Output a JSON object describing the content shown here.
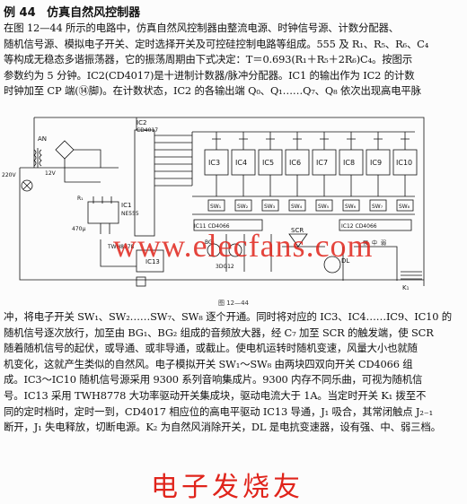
{
  "header": {
    "example_no": "例 44",
    "title": "仿真自然风控制器"
  },
  "intro_lines": [
    "在图 12—44 所示的电路中，仿真自然风控制器由整流电源、时钟信号源、计数分配器、",
    "随机信号源、模拟电子开关、定时选择开关及可控硅控制电路等组成。555 及 R₁、R₅、R₆、C₄",
    "等构成无稳态多谐振荡器，它的振荡周期由下式决定：T＝0.693(R₁＋R₅＋2R₆)C₄。按图示",
    "参数约为 5 分钟。IC2(CD4017)是十进制计数器/脉冲分配器。IC1 的输出作为 IC2 的计数",
    "时钟加至 CP 端(⑭脚)。在计数状态，IC2 的各输出端 Q₀、Q₁……Q₇、Q₈ 依次出现高电平脉"
  ],
  "figure": {
    "caption": "图 12—44",
    "watermark": "www.elecfans.com",
    "labels": {
      "ic2": "IC2",
      "ic2_part": "CD4017",
      "ic1": "IC1",
      "ic1_part": "NE555",
      "ic11": "IC11 CD4066",
      "ic12": "IC12 CD4066",
      "ic13": "IC13",
      "twh": "TWH8778",
      "scr": "SCR",
      "an": "AN",
      "v220": "220V",
      "v12": "12V",
      "k1": "K₁",
      "dl": "DL",
      "ic_cells": [
        "IC3",
        "IC4",
        "IC5",
        "IC6",
        "IC7",
        "IC8",
        "IC9",
        "IC10"
      ],
      "sw_cells": [
        "SW₁",
        "SW₂",
        "SW₃",
        "SW₄",
        "SW₅",
        "SW₆",
        "SW₇",
        "SW₈"
      ],
      "ref_left": "R₁",
      "cap_left": "470μ",
      "bg": "3DG12",
      "mic": "BG₁",
      "mode_marks": [
        "强",
        "中",
        "弱"
      ]
    }
  },
  "body_lines": [
    "冲，将电子开关 SW₁、SW₂……SW₇、SW₈ 逐个开通。同时将对应的 IC3、IC4……IC9、IC10 的",
    "随机信号逐次放行，加至由 BG₁、BG₂ 组成的音频放大器，经 C₇ 加至 SCR 的触发端，使 SCR",
    "随着随机信号的起伏，或导通、或非导通，或截止。使电机运转时随机变速，风量大小也就随",
    "机变化，这就产生类似的自然风。电子模拟开关 SW₁～SW₈ 由两块四双向开关 CD4066 组",
    "成。IC3～IC10 随机信号源采用 9300 系列音响集成片。9300 内存不同乐曲，可视为随机信",
    "号。IC13 采用 TWH8778 大功率驱动开关集成块，驱动电流大于 1A。当定时开关 K₁ 拨至不",
    "同的定时档时，定时一到，CD4017 相应位的高电平驱动 IC13 导通，J₁ 吸合，其常闭触点 J₂₋₁",
    "断开，J₁ 失电释放，切断电源。K₂ 为自然风消除开关，DL 是电抗变速器，设有强、中、弱三档。"
  ],
  "logo": "电子发烧友"
}
